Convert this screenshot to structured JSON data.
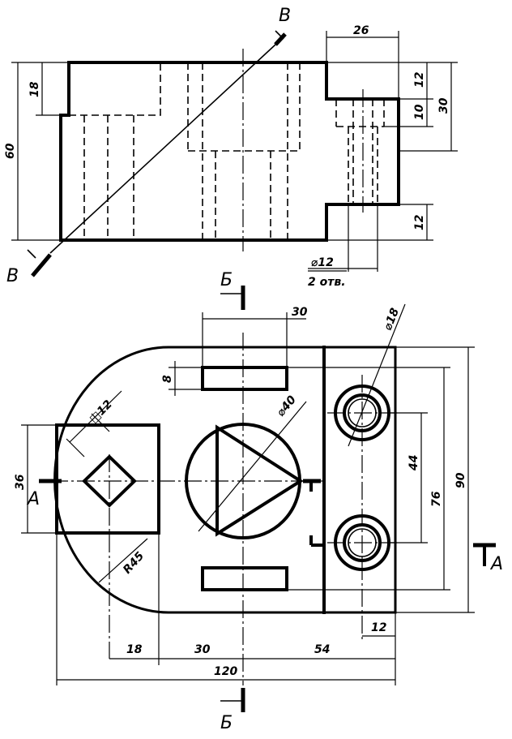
{
  "section_labels": {
    "cut_v": "В",
    "cut_b": "Б",
    "cut_a": "А"
  },
  "dimensions": {
    "width_26": "26",
    "h_12_top": "12",
    "h_10": "10",
    "h_30": "30",
    "h_12_bottom": "12",
    "h_18": "18",
    "h_60": "60",
    "hole_dia_12": "⌀12",
    "holes_count": "2 отв.",
    "w_30_top": "30",
    "hole_dia_18": "⌀18",
    "h_8": "8",
    "square_12": "□12",
    "circle_dia_40": "⌀40",
    "h_36": "36",
    "h_44": "44",
    "h_76": "76",
    "h_90": "90",
    "radius_45": "R45",
    "w_12_bottom": "12",
    "w_18": "18",
    "w_30": "30",
    "w_54": "54",
    "w_120": "120"
  }
}
